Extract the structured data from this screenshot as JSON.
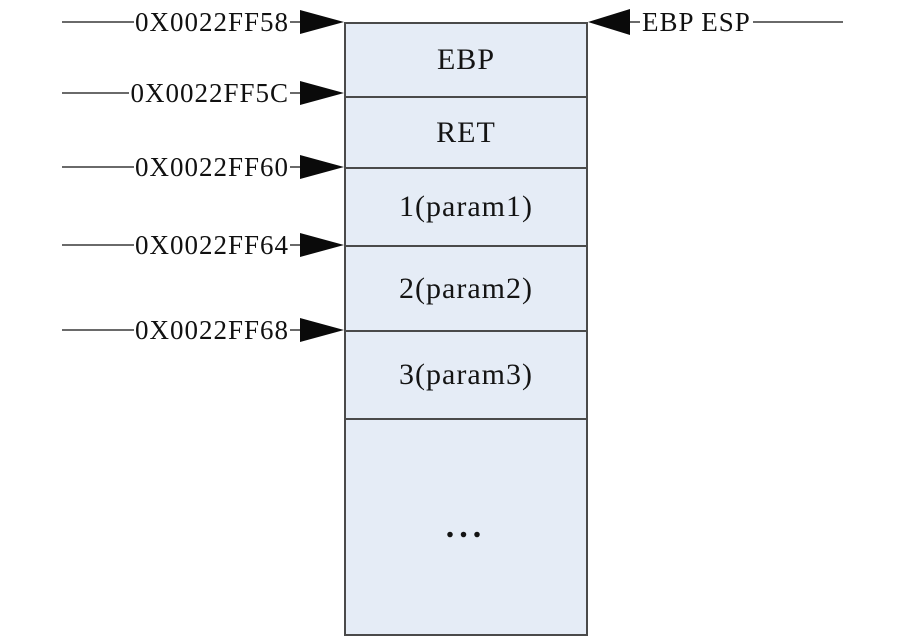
{
  "stack": {
    "cells": [
      {
        "label": "EBP"
      },
      {
        "label": "RET"
      },
      {
        "label": "1(param1)"
      },
      {
        "label": "2(param2)"
      },
      {
        "label": "3(param3)"
      },
      {
        "label": "..."
      }
    ]
  },
  "addresses": [
    {
      "label": "0X0022FF58"
    },
    {
      "label": "0X0022FF5C"
    },
    {
      "label": "0X0022FF60"
    },
    {
      "label": "0X0022FF64"
    },
    {
      "label": "0X0022FF68"
    }
  ],
  "right_pointer": {
    "label": "EBP ESP"
  },
  "colors": {
    "cell_fill": "#e5ecf6",
    "cell_border": "#4a4a4a",
    "connector_line": "#6a6a6a",
    "arrowhead": "#0a0a0a",
    "text": "#111111",
    "background": "#ffffff"
  }
}
